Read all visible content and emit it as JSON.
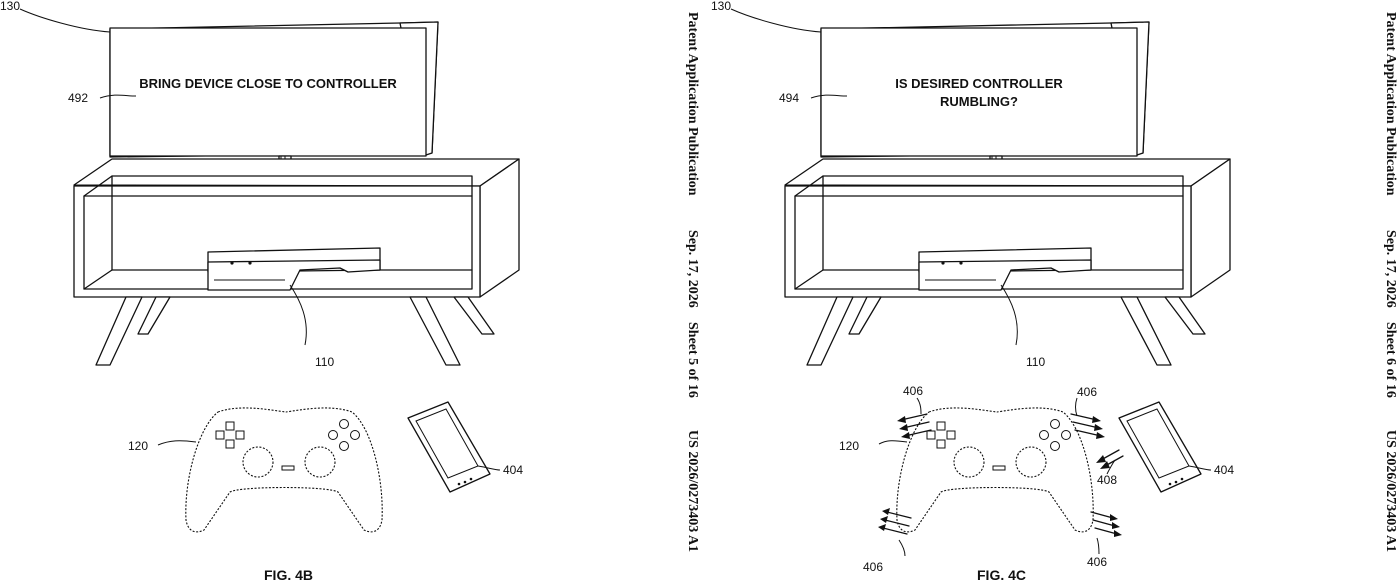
{
  "figures": [
    {
      "label": "FIG. 4B",
      "screen_text": [
        "BRING DEVICE CLOSE TO CONTROLLER"
      ],
      "refs": {
        "display": "130",
        "screen": "492",
        "console": "110",
        "controller": "120",
        "phone": "404"
      },
      "vibration": null
    },
    {
      "label": "FIG. 4C",
      "screen_text": [
        "IS DESIRED CONTROLLER",
        "RUMBLING?"
      ],
      "refs": {
        "display": "130",
        "screen": "494",
        "console": "110",
        "controller": "120",
        "phone": "404"
      },
      "vibration": {
        "ref": "406",
        "phone_ref": "408"
      }
    }
  ],
  "margin_headers": [
    {
      "publication": "Patent Application Publication",
      "date": "Sep. 17, 2026",
      "sheet": "Sheet 5 of 16",
      "number": "US 2026/0273403 A1"
    },
    {
      "publication": "Patent Application Publication",
      "date": "Sep. 17, 2026",
      "sheet": "Sheet 6 of 16",
      "number": "US 2026/0273403 A1"
    }
  ]
}
